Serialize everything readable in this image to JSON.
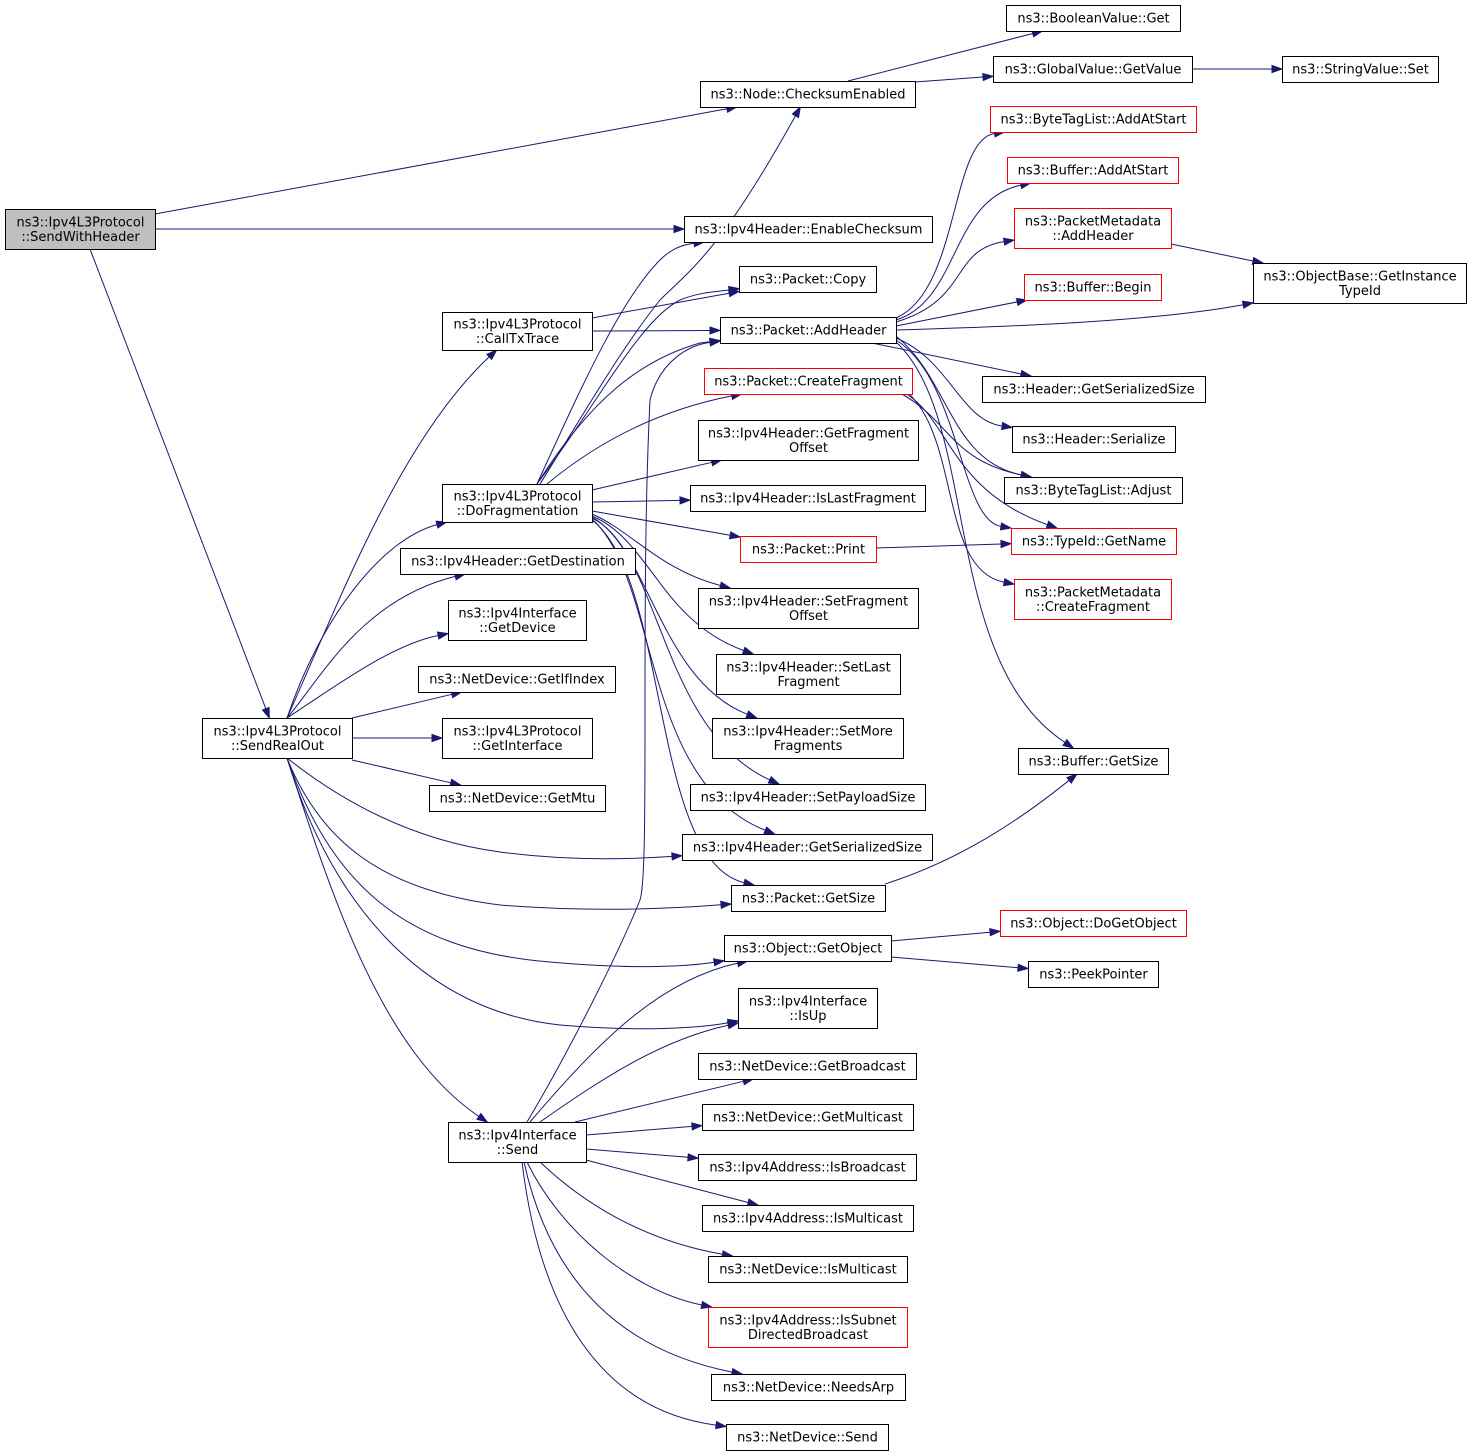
{
  "graph": {
    "edge_color": "#191970",
    "red_border": "#ff0000",
    "root_fill": "#bfbfbf",
    "nodes": [
      {
        "id": "root",
        "lines": [
          "ns3::Ipv4L3Protocol",
          "::SendWithHeader"
        ],
        "style": "root"
      },
      {
        "id": "checksum",
        "lines": [
          "ns3::Node::ChecksumEnabled"
        ],
        "style": "normal"
      },
      {
        "id": "boolget",
        "lines": [
          "ns3::BooleanValue::Get"
        ],
        "style": "normal"
      },
      {
        "id": "globalget",
        "lines": [
          "ns3::GlobalValue::GetValue"
        ],
        "style": "normal"
      },
      {
        "id": "strset",
        "lines": [
          "ns3::StringValue::Set"
        ],
        "style": "normal"
      },
      {
        "id": "enablecs",
        "lines": [
          "ns3::Ipv4Header::EnableChecksum"
        ],
        "style": "normal"
      },
      {
        "id": "sendrealout",
        "lines": [
          "ns3::Ipv4L3Protocol",
          "::SendRealOut"
        ],
        "style": "normal"
      },
      {
        "id": "calltx",
        "lines": [
          "ns3::Ipv4L3Protocol",
          "::CallTxTrace"
        ],
        "style": "normal"
      },
      {
        "id": "dofrag",
        "lines": [
          "ns3::Ipv4L3Protocol",
          "::DoFragmentation"
        ],
        "style": "normal"
      },
      {
        "id": "getdest",
        "lines": [
          "ns3::Ipv4Header::GetDestination"
        ],
        "style": "normal"
      },
      {
        "id": "ifgetdev",
        "lines": [
          "ns3::Ipv4Interface",
          "::GetDevice"
        ],
        "style": "normal"
      },
      {
        "id": "getifindex",
        "lines": [
          "ns3::NetDevice::GetIfIndex"
        ],
        "style": "normal"
      },
      {
        "id": "getinterface",
        "lines": [
          "ns3::Ipv4L3Protocol",
          "::GetInterface"
        ],
        "style": "normal"
      },
      {
        "id": "getmtu",
        "lines": [
          "ns3::NetDevice::GetMtu"
        ],
        "style": "normal"
      },
      {
        "id": "ifsend",
        "lines": [
          "ns3::Ipv4Interface",
          "::Send"
        ],
        "style": "normal"
      },
      {
        "id": "pktcopy",
        "lines": [
          "ns3::Packet::Copy"
        ],
        "style": "normal"
      },
      {
        "id": "addheader",
        "lines": [
          "ns3::Packet::AddHeader"
        ],
        "style": "normal"
      },
      {
        "id": "createfrag",
        "lines": [
          "ns3::Packet::CreateFragment"
        ],
        "style": "red"
      },
      {
        "id": "getfragoff",
        "lines": [
          "ns3::Ipv4Header::GetFragment",
          "Offset"
        ],
        "style": "normal"
      },
      {
        "id": "islastfrag",
        "lines": [
          "ns3::Ipv4Header::IsLastFragment"
        ],
        "style": "normal"
      },
      {
        "id": "pktprint",
        "lines": [
          "ns3::Packet::Print"
        ],
        "style": "red"
      },
      {
        "id": "setfragoff",
        "lines": [
          "ns3::Ipv4Header::SetFragment",
          "Offset"
        ],
        "style": "normal"
      },
      {
        "id": "setlast",
        "lines": [
          "ns3::Ipv4Header::SetLast",
          "Fragment"
        ],
        "style": "normal"
      },
      {
        "id": "setmore",
        "lines": [
          "ns3::Ipv4Header::SetMore",
          "Fragments"
        ],
        "style": "normal"
      },
      {
        "id": "setpayload",
        "lines": [
          "ns3::Ipv4Header::SetPayloadSize"
        ],
        "style": "normal"
      },
      {
        "id": "hdrsersize",
        "lines": [
          "ns3::Ipv4Header::GetSerializedSize"
        ],
        "style": "normal"
      },
      {
        "id": "pktgetsize",
        "lines": [
          "ns3::Packet::GetSize"
        ],
        "style": "normal"
      },
      {
        "id": "getobject",
        "lines": [
          "ns3::Object::GetObject"
        ],
        "style": "normal"
      },
      {
        "id": "ifisup",
        "lines": [
          "ns3::Ipv4Interface",
          "::IsUp"
        ],
        "style": "normal"
      },
      {
        "id": "getbcast",
        "lines": [
          "ns3::NetDevice::GetBroadcast"
        ],
        "style": "normal"
      },
      {
        "id": "getmcast",
        "lines": [
          "ns3::NetDevice::GetMulticast"
        ],
        "style": "normal"
      },
      {
        "id": "addrisbcast",
        "lines": [
          "ns3::Ipv4Address::IsBroadcast"
        ],
        "style": "normal"
      },
      {
        "id": "addrismcast",
        "lines": [
          "ns3::Ipv4Address::IsMulticast"
        ],
        "style": "normal"
      },
      {
        "id": "devismcast",
        "lines": [
          "ns3::NetDevice::IsMulticast"
        ],
        "style": "normal"
      },
      {
        "id": "issubnet",
        "lines": [
          "ns3::Ipv4Address::IsSubnet",
          "DirectedBroadcast"
        ],
        "style": "red"
      },
      {
        "id": "needsarp",
        "lines": [
          "ns3::NetDevice::NeedsArp"
        ],
        "style": "normal"
      },
      {
        "id": "devsend",
        "lines": [
          "ns3::NetDevice::Send"
        ],
        "style": "normal"
      },
      {
        "id": "btladdstart",
        "lines": [
          "ns3::ByteTagList::AddAtStart"
        ],
        "style": "red"
      },
      {
        "id": "bufaddstart",
        "lines": [
          "ns3::Buffer::AddAtStart"
        ],
        "style": "red"
      },
      {
        "id": "pmaddheader",
        "lines": [
          "ns3::PacketMetadata",
          "::AddHeader"
        ],
        "style": "red"
      },
      {
        "id": "bufbegin",
        "lines": [
          "ns3::Buffer::Begin"
        ],
        "style": "red"
      },
      {
        "id": "objbase",
        "lines": [
          "ns3::ObjectBase::GetInstance",
          "TypeId"
        ],
        "style": "normal"
      },
      {
        "id": "hdrgetsersize",
        "lines": [
          "ns3::Header::GetSerializedSize"
        ],
        "style": "normal"
      },
      {
        "id": "hdrserialize",
        "lines": [
          "ns3::Header::Serialize"
        ],
        "style": "normal"
      },
      {
        "id": "btladjust",
        "lines": [
          "ns3::ByteTagList::Adjust"
        ],
        "style": "normal"
      },
      {
        "id": "typeidname",
        "lines": [
          "ns3::TypeId::GetName"
        ],
        "style": "red"
      },
      {
        "id": "pmcreatefrag",
        "lines": [
          "ns3::PacketMetadata",
          "::CreateFragment"
        ],
        "style": "red"
      },
      {
        "id": "bufgetsize",
        "lines": [
          "ns3::Buffer::GetSize"
        ],
        "style": "normal"
      },
      {
        "id": "dogetobject",
        "lines": [
          "ns3::Object::DoGetObject"
        ],
        "style": "red"
      },
      {
        "id": "peekptr",
        "lines": [
          "ns3::PeekPointer"
        ],
        "style": "normal"
      }
    ]
  }
}
